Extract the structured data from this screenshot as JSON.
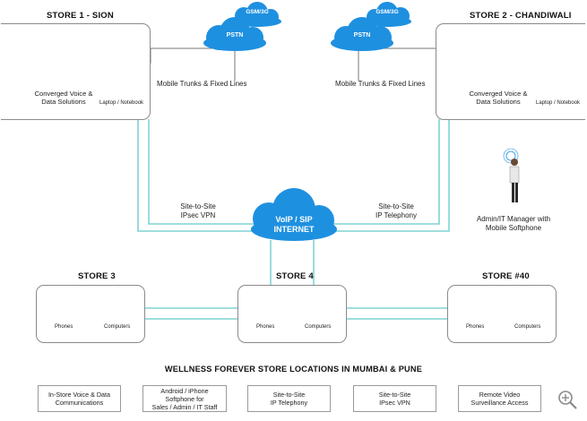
{
  "title": "WELLNESS FOREVER STORE LOCATIONS IN MUMBAI & PUNE",
  "stores": {
    "store1": {
      "title": "STORE 1 - SION",
      "device": "Converged Voice &\nData Solutions",
      "laptop": "Laptop / Notebook"
    },
    "store2": {
      "title": "STORE 2 - CHANDIWALI",
      "device": "Converged Voice &\nData Solutions",
      "laptop": "Laptop / Notebook"
    },
    "store3": {
      "title": "STORE 3",
      "phones": "Phones",
      "computers": "Computers"
    },
    "store4": {
      "title": "STORE 4",
      "phones": "Phones",
      "computers": "Computers"
    },
    "store40": {
      "title": "STORE #40",
      "phones": "Phones",
      "computers": "Computers"
    }
  },
  "clouds": {
    "left_gsm": "GSM/3G",
    "left_pstn": "PSTN",
    "right_gsm": "GSM/3G",
    "right_pstn": "PSTN",
    "voip_line1": "VoIP / SIP",
    "voip_line2": "INTERNET"
  },
  "links": {
    "left_trunks": "Mobile Trunks & Fixed Lines",
    "right_trunks": "Mobile Trunks & Fixed Lines",
    "left_vpn": "Site-to-Site\nIPsec VPN",
    "right_tel": "Site-to-Site\nIP Telephony"
  },
  "manager": "Admin/IT Manager with\nMobile Softphone",
  "features": [
    "In-Store Voice & Data\nCommunications",
    "Android / iPhone\nSoftphone for\nSales / Admin / IT Staff",
    "Site-to-Site\nIP Telephony",
    "Site-to-Site\nIPsec VPN",
    "Remote Video\nSurveillance Access"
  ],
  "colors": {
    "cloud": "#1e90e0",
    "link": "#7fd3d3",
    "box_border": "#8a8a8a"
  },
  "icons": {
    "zoom": "zoom-in-icon"
  }
}
